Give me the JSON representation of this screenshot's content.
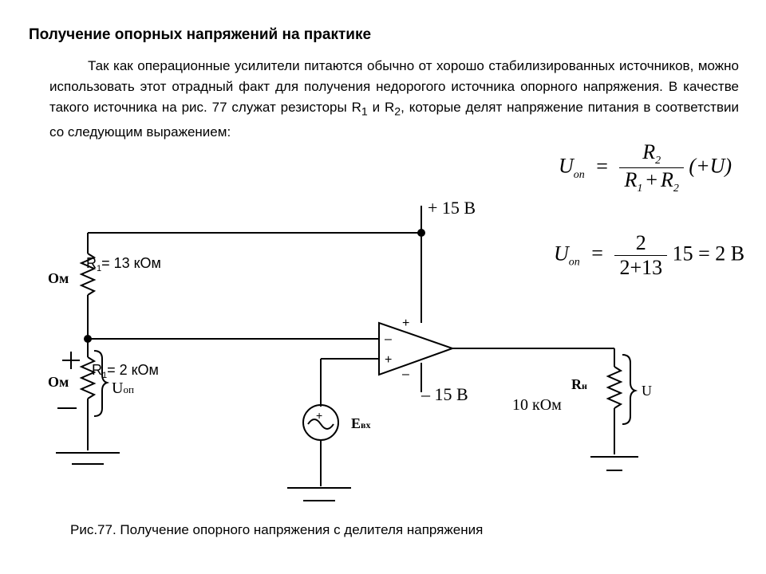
{
  "title": "Получение опорных напряжений на практике",
  "paragraph": {
    "part1": "Так как операционные усилители питаются обычно от хорошо стабилизированных источников, можно использовать этот отрадный факт для получения недорогого источника опорного напряжения. В качестве такого источника на рис. 77 служат резисторы R",
    "sub1": "1",
    "part2": " и R",
    "sub2": "2",
    "part3": ", которые делят напряжение питания в соответствии со следующим выражением:"
  },
  "formula1": {
    "lhs": "U",
    "lhs_sub": "on",
    "eq": "=",
    "num": "R",
    "num_sub": "2",
    "den_a": "R",
    "den_a_sub": "1",
    "den_plus": "+",
    "den_b": "R",
    "den_b_sub": "2",
    "tail": "(+U)"
  },
  "formula2": {
    "lhs": "U",
    "lhs_sub": "on",
    "eq": "=",
    "num": "2",
    "den": "2+13",
    "tail": "15 = 2 B"
  },
  "circuit": {
    "supply_pos": "+ 15 В",
    "supply_neg": "– 15 В",
    "r1_label": "R",
    "r1_sub": "1",
    "r1_value": "= 13 кОм",
    "r2_label": "R",
    "r2_sub": "1",
    "r2_value": "= 2 кОм",
    "r1_clipped": "Ом",
    "r2_clipped": "Ом",
    "uop_label": "U",
    "uop_sub": "оп",
    "opamp_plus_top": "+",
    "opamp_minus_in": "–",
    "opamp_plus_in": "+",
    "opamp_minus_bottom": "–",
    "plus_mark": "+",
    "minus_mark": "–",
    "source_plus": "+",
    "evx_label": "E",
    "evx_sub": "вх",
    "rn_label": "R",
    "rn_sub": "н",
    "rn_value": "10 кОм",
    "rn_brace_text": "U"
  },
  "caption": "Рис.77. Получение опорного напряжения с делителя напряжения"
}
